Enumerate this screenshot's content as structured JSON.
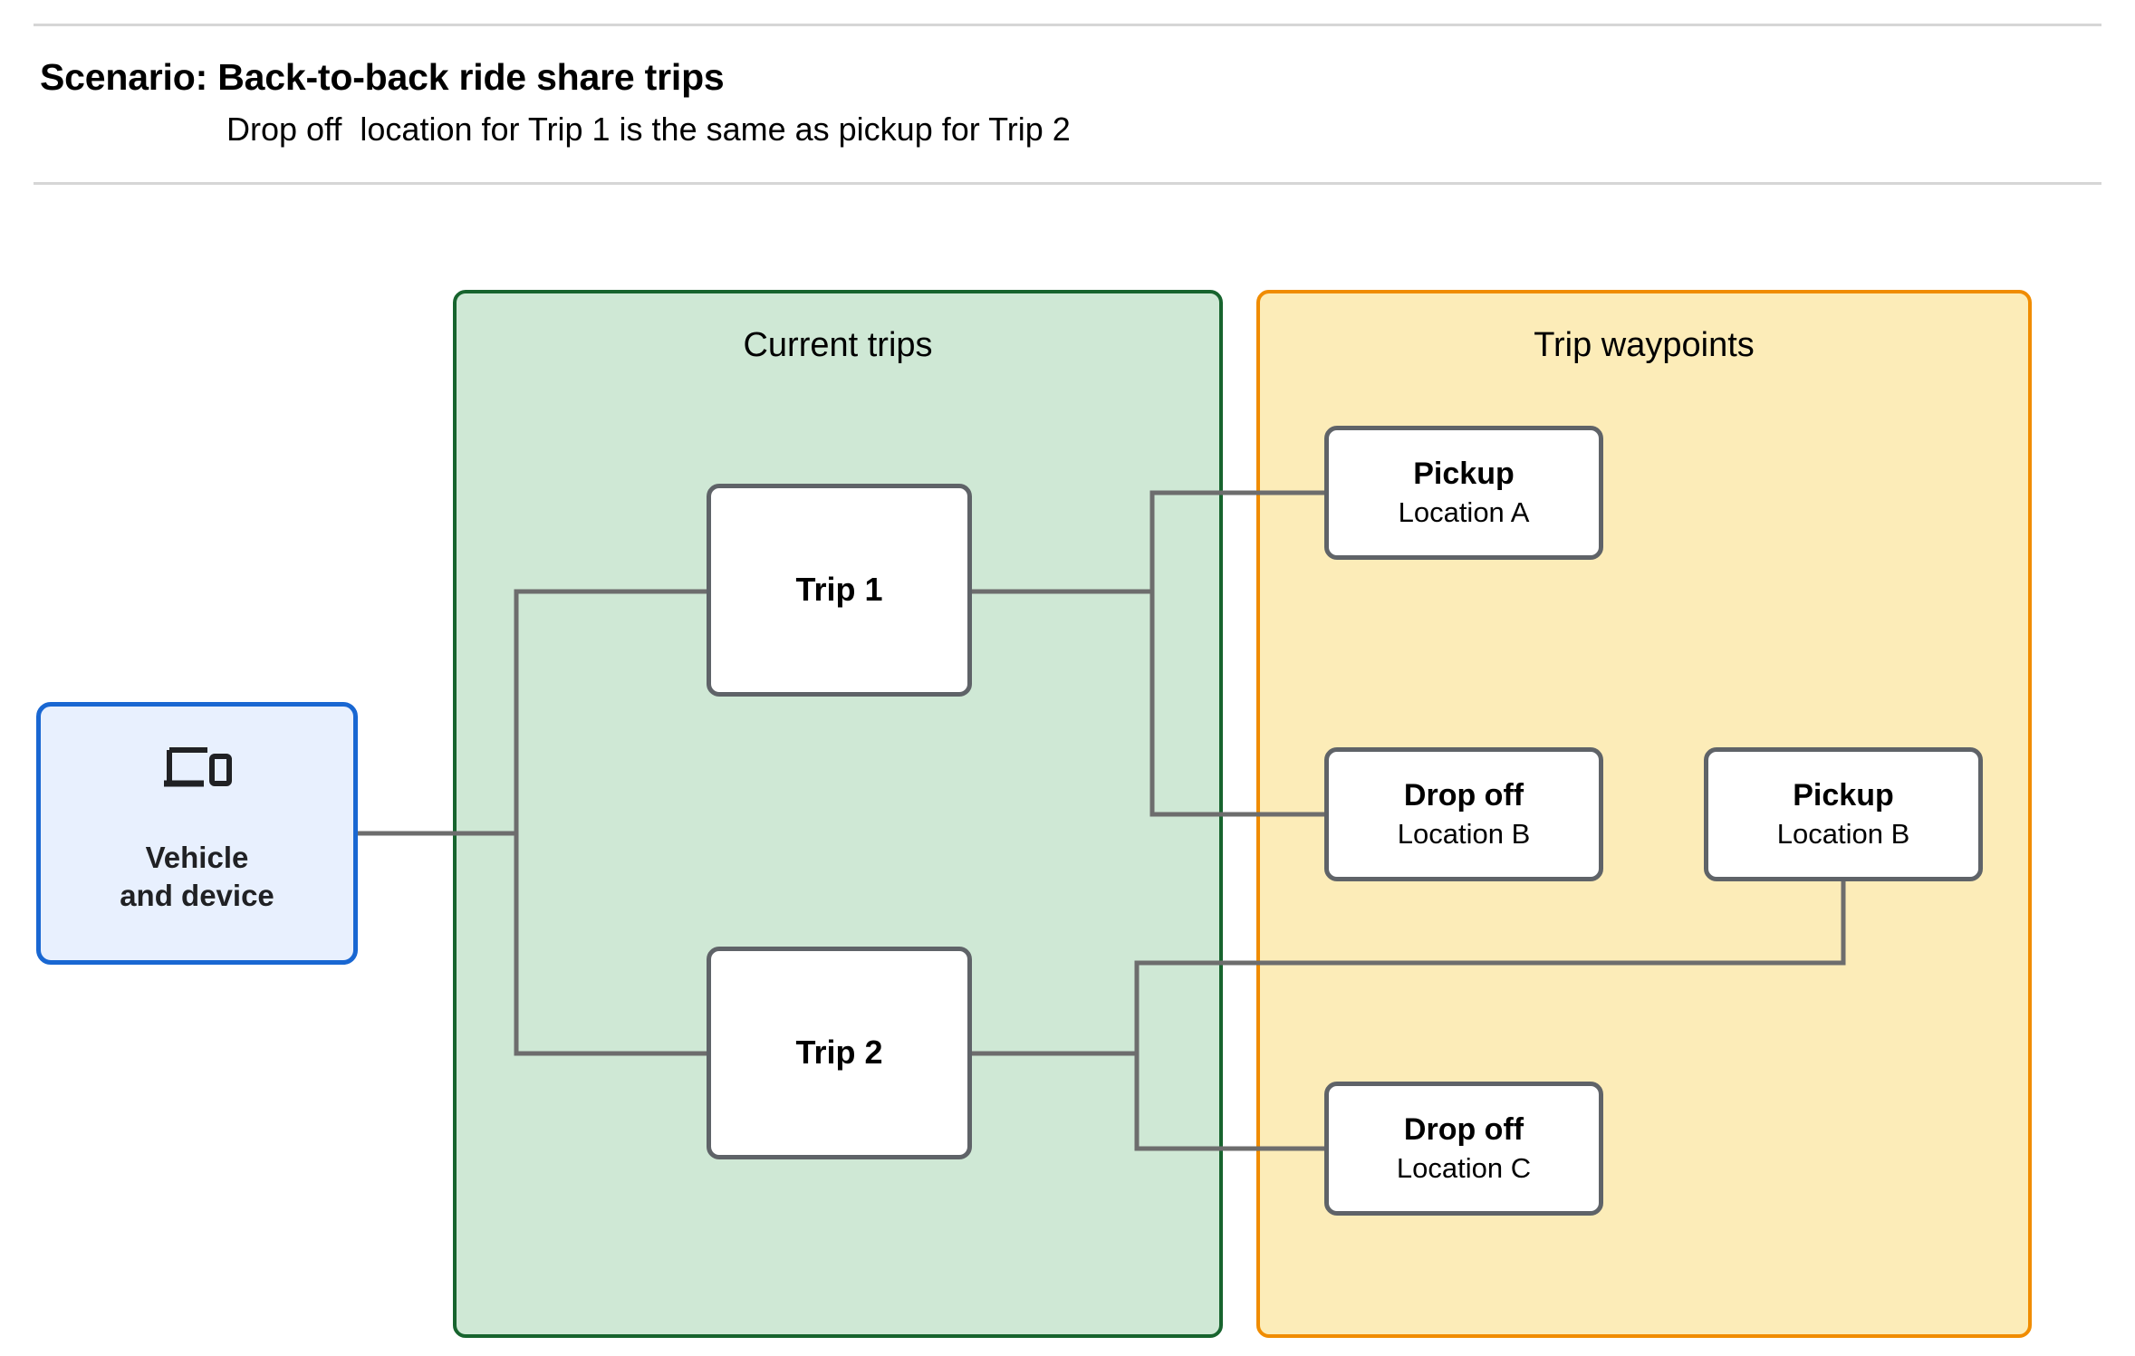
{
  "header": {
    "title": "Scenario: Back-to-back ride share trips",
    "subtitle": "Drop off  location for Trip 1 is the same as pickup for Trip 2"
  },
  "panels": {
    "current_trips": {
      "title": "Current trips",
      "fill_color": "#cfe8d5",
      "border_color": "#17642e"
    },
    "trip_waypoints": {
      "title": "Trip waypoints",
      "fill_color": "#fcecb8",
      "border_color": "#f08c00"
    }
  },
  "source_node": {
    "label": "Vehicle\nand device",
    "icon": "devices-laptop-phone-icon",
    "fill_color": "#e8f0fe",
    "border_color": "#1967d2"
  },
  "trips": [
    {
      "label": "Trip 1"
    },
    {
      "label": "Trip 2"
    }
  ],
  "waypoints": [
    {
      "type": "Pickup",
      "location": "Location A"
    },
    {
      "type": "Drop off",
      "location": "Location B"
    },
    {
      "type": "Pickup",
      "location": "Location B"
    },
    {
      "type": "Drop off",
      "location": "Location C"
    }
  ],
  "connector_color": "#6d6d6d",
  "node_border_color": "#5f6368"
}
